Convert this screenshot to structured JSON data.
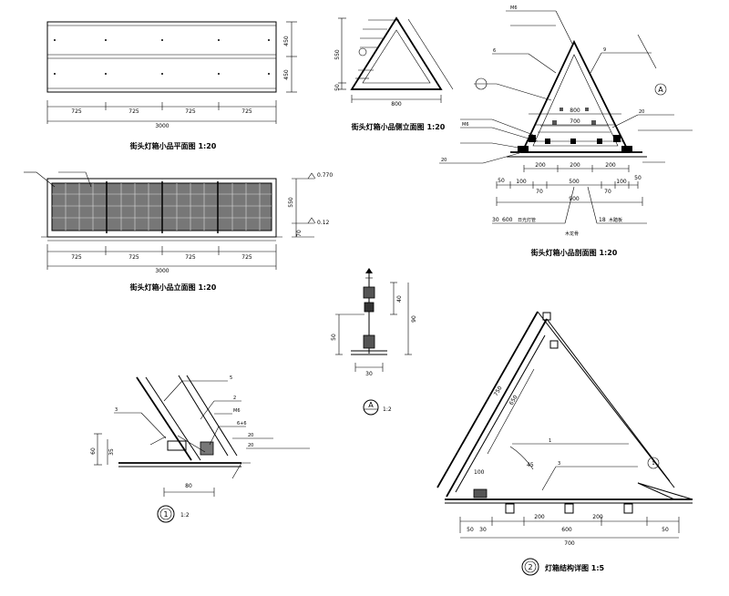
{
  "plan": {
    "title": "街头灯箱小品平面图 1:20",
    "dims": [
      "725",
      "725",
      "725",
      "725"
    ],
    "total": "3000",
    "side_dims": [
      "450",
      "450"
    ]
  },
  "front": {
    "title": "街头灯箱小品立面图 1:20",
    "dims": [
      "725",
      "725",
      "725",
      "725"
    ],
    "total": "3000",
    "side_dims": [
      "550",
      "70"
    ],
    "levels": [
      "0.770",
      "0.12"
    ]
  },
  "side_elev": {
    "title": "街头灯箱小品侧立面图 1:20",
    "dims": [
      "800"
    ],
    "side_dims": [
      "550",
      "50"
    ]
  },
  "section": {
    "title": "街头灯箱小品剖面图 1:20",
    "notes": [
      "M6",
      "6",
      "9",
      "20",
      "M6",
      "20"
    ],
    "dims_top": [
      "800",
      "700"
    ],
    "dims_mid": [
      "200",
      "200",
      "200"
    ],
    "dims_low": [
      "50",
      "100",
      "70",
      "500",
      "70",
      "100",
      "50"
    ],
    "dims_bottom": [
      "900"
    ],
    "bottom_labels": [
      "30",
      "600",
      "日光灯管",
      "18",
      "木踏板",
      "木龙骨"
    ],
    "callout": "A"
  },
  "detail_a": {
    "label": "A",
    "scale": "1:2",
    "dims": [
      "40",
      "90",
      "50",
      "30"
    ]
  },
  "detail_1": {
    "label": "1",
    "scale": "1:2",
    "notes": [
      "5",
      "3",
      "2",
      "M6",
      "6+6",
      "20",
      "20"
    ],
    "dims": [
      "60",
      "35",
      "80"
    ]
  },
  "detail_2": {
    "label": "2",
    "title": "灯箱结构详图 1:5",
    "dims_slant": [
      "750",
      "650"
    ],
    "dims": [
      "100",
      "45",
      "200",
      "600",
      "200",
      "30",
      "50",
      "50",
      "700"
    ],
    "notes": [
      "3",
      "1"
    ],
    "callout": "1"
  }
}
